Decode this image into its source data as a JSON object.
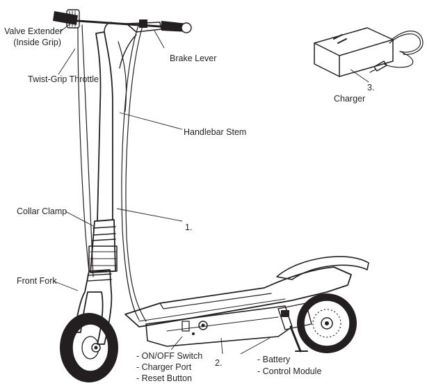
{
  "labels": {
    "valve_extender": "Valve Extender",
    "valve_extender_sub": "(Inside Grip)",
    "twist_grip": "Twist-Grip Throttle",
    "brake_lever": "Brake Lever",
    "handlebar_stem": "Handlebar Stem",
    "collar_clamp": "Collar Clamp",
    "front_fork": "Front Fork",
    "callout_1": "1.",
    "callout_2": "2.",
    "callout_3": "3.",
    "charger": "Charger",
    "onoff_switch": "- ON/OFF Switch",
    "charger_port": "- Charger Port",
    "reset_button": "- Reset Button",
    "battery": "- Battery",
    "control_module": "- Control Module"
  },
  "colors": {
    "ink": "#231f20",
    "tire": "#231f20",
    "background": "#ffffff"
  }
}
